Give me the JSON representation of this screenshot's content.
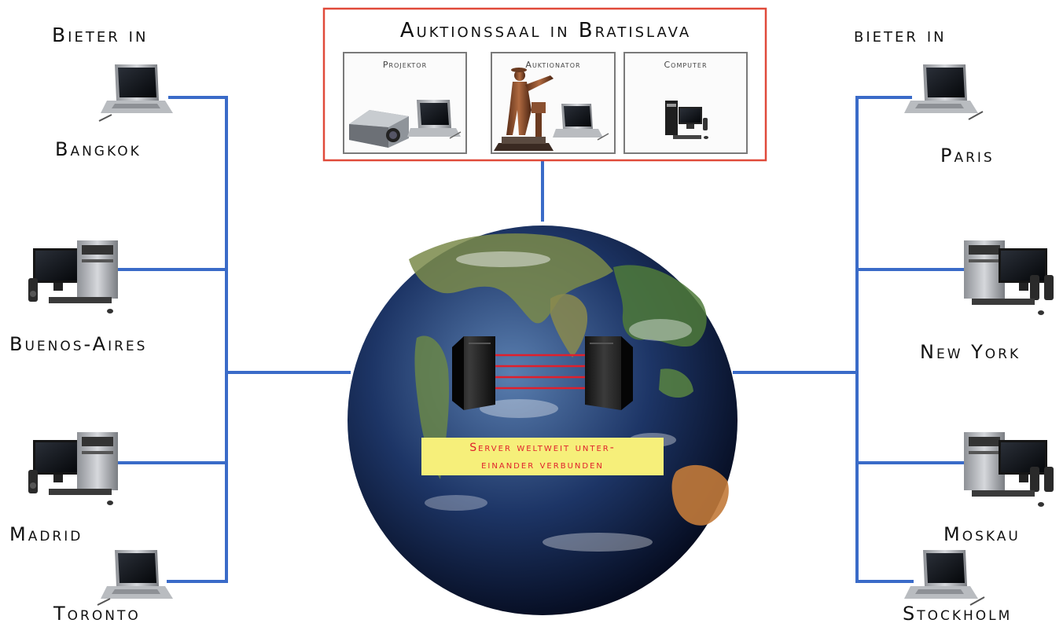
{
  "left": {
    "header": "Bieter in",
    "cities": [
      "Bangkok",
      "Buenos-Aires",
      "Madrid",
      "Toronto"
    ]
  },
  "right": {
    "header": "bieter in",
    "cities": [
      "Paris",
      "New York",
      "Moskau",
      "Stockholm"
    ]
  },
  "auction_hall": {
    "title": "Auktionssaal in Bratislava",
    "panels": [
      "Projektor",
      "Auktionator",
      "Computer"
    ]
  },
  "server_note": {
    "line1": "Server weltweit unter-",
    "line2": "einander verbunden"
  },
  "colors": {
    "connector": "#3a6bc8",
    "hall_border": "#e04a3a",
    "server_link": "#e0202c",
    "note_bg": "#f6ef7a",
    "note_text": "#e0202c"
  },
  "icons": {
    "left": [
      "laptop-icon",
      "desktop-computer-icon",
      "desktop-computer-icon",
      "laptop-icon"
    ],
    "right": [
      "laptop-icon",
      "desktop-computer-icon",
      "desktop-computer-icon",
      "laptop-icon"
    ]
  }
}
